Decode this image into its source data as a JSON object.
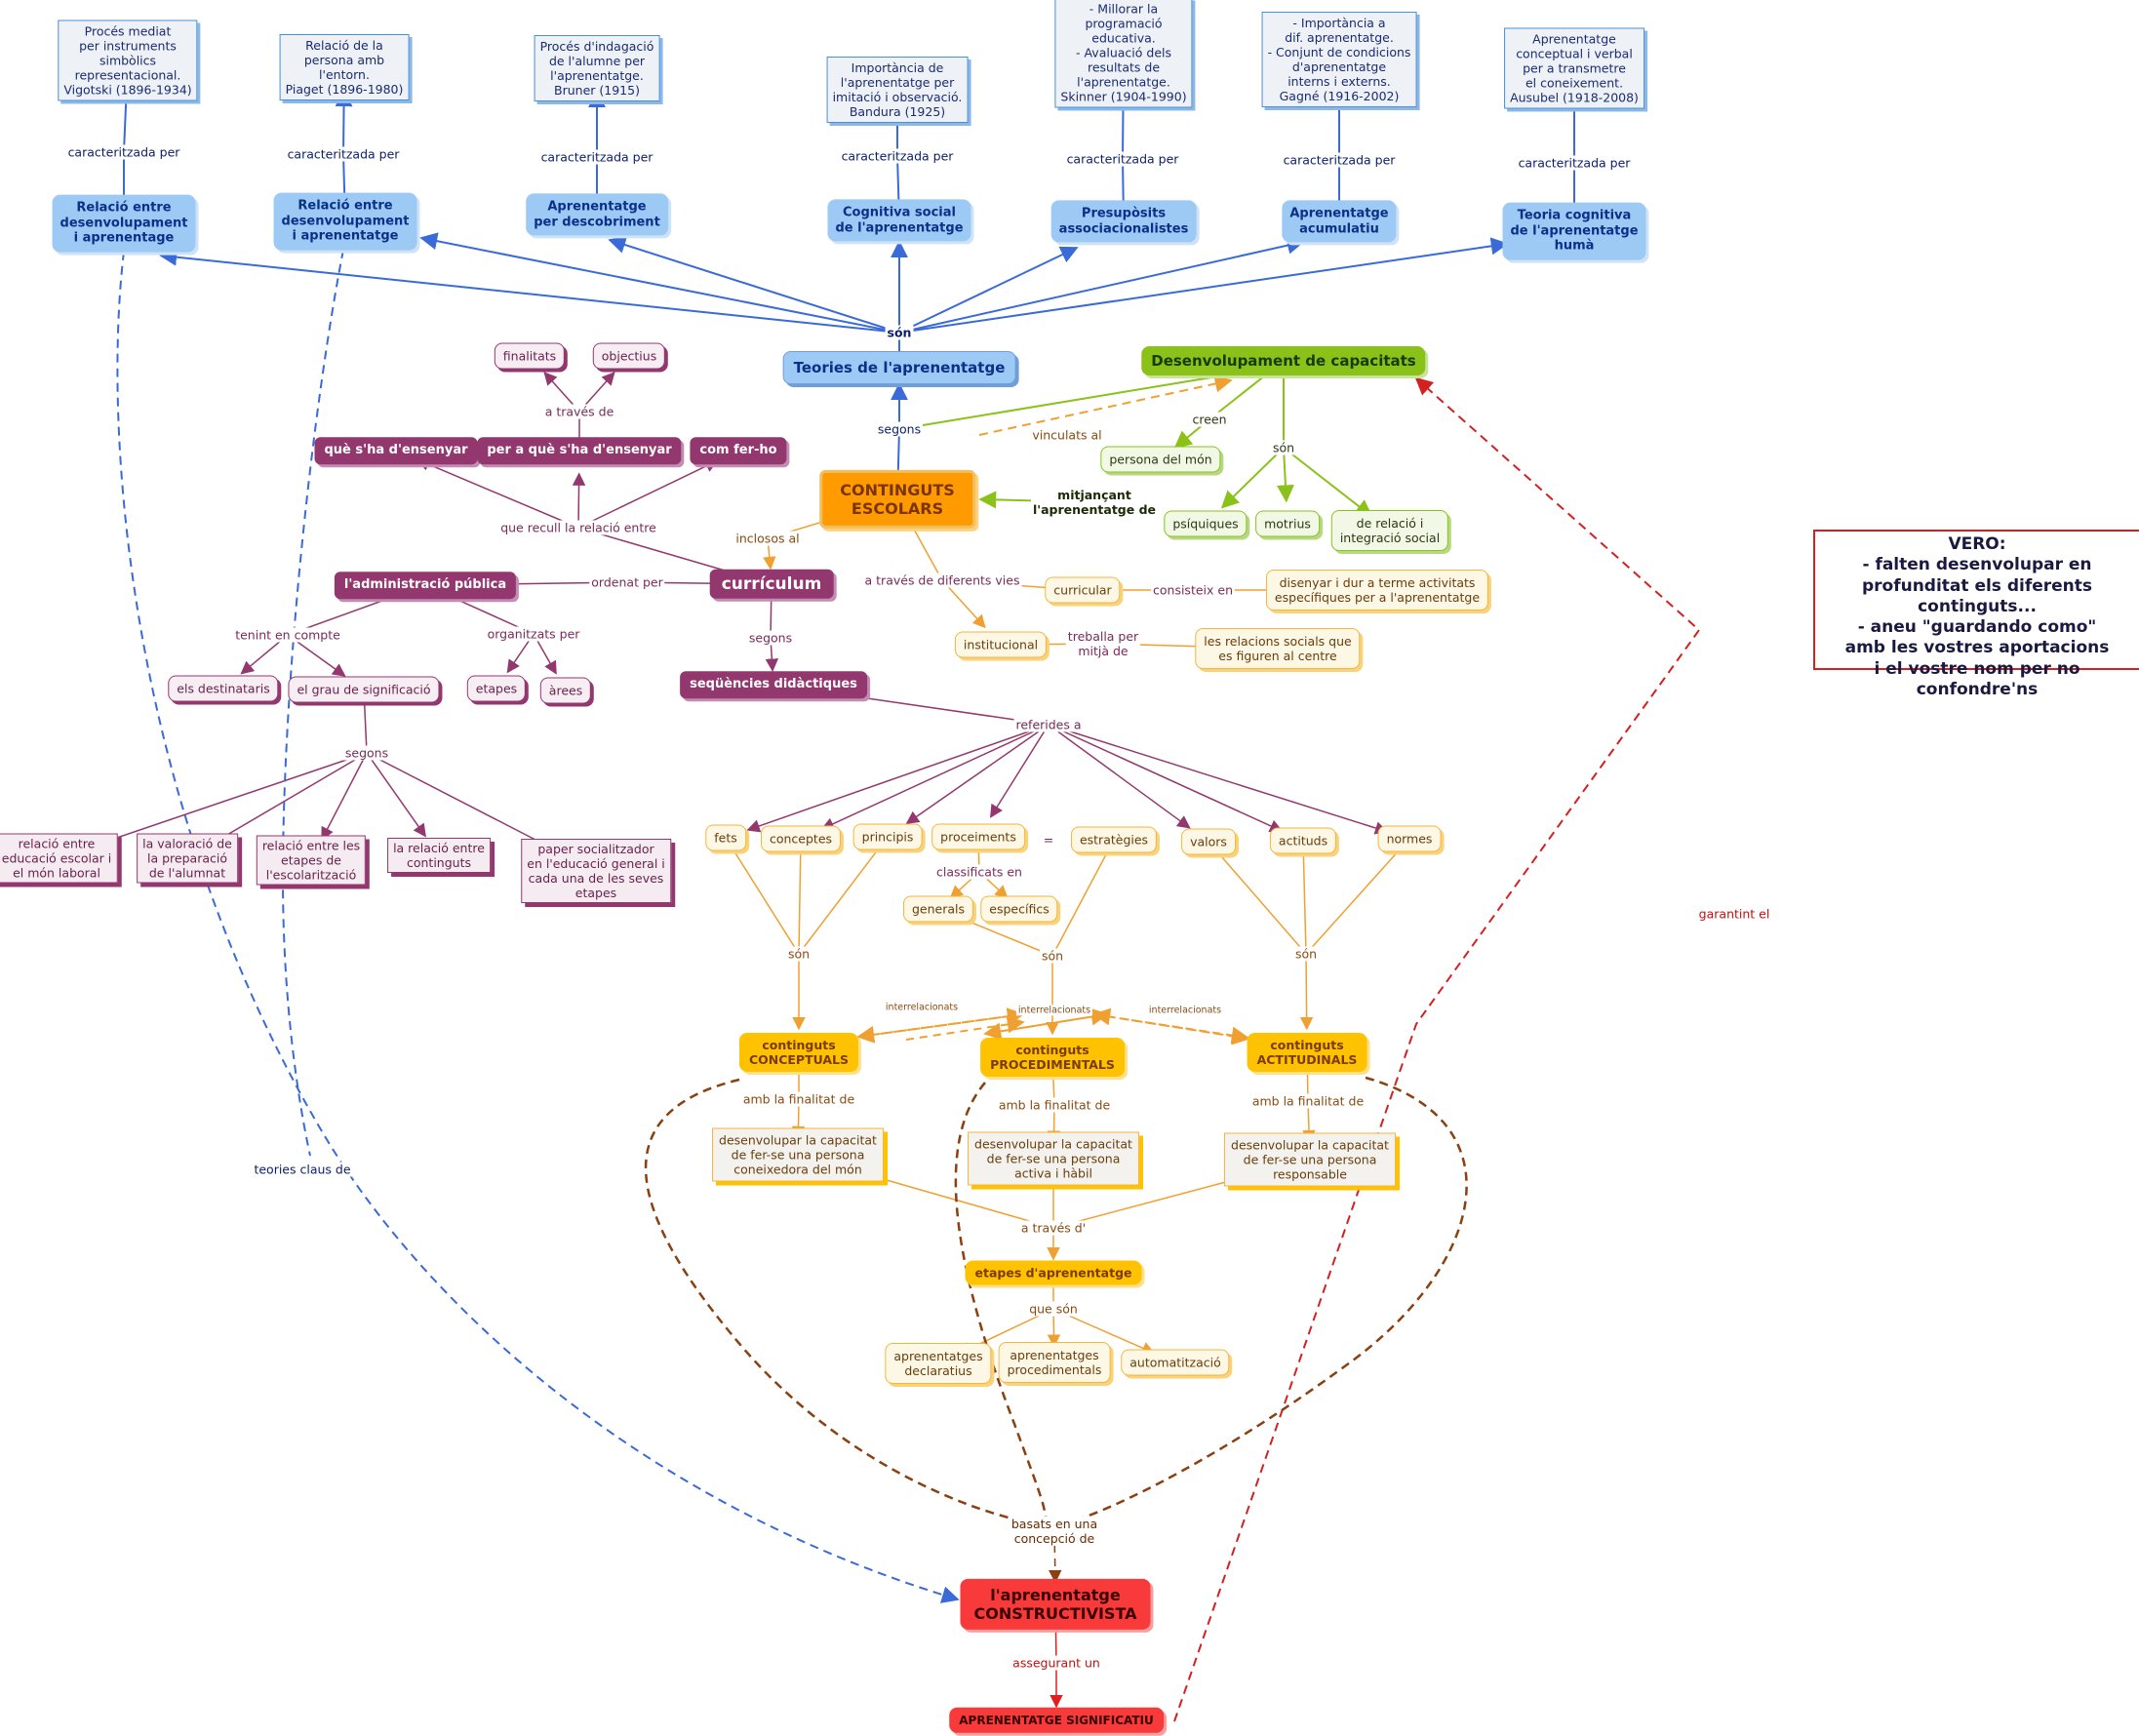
{
  "colors": {
    "blue": "#3a6ad8",
    "blue_dash": "#3a6ad8",
    "green": "#8bc21a",
    "orange": "#f0a030",
    "gold": "#ffc200",
    "purple": "#93386f",
    "brown": "#8a4010",
    "red": "#e02020",
    "red_dash": "#d42020"
  },
  "note": {
    "lines": [
      "VERO:",
      "- falten desenvolupar en",
      "profunditat els diferents",
      "continguts...",
      "- aneu \"guardando como\"",
      "amb les vostres aportacions",
      "i el vostre nom per no confondre'ns"
    ]
  },
  "nodes": [
    {
      "id": "vig",
      "style": "bluebox",
      "text": "Procés mediat\nper instruments\nsimbòlics\nrepresentacional.\nVigotski (1896-1934)"
    },
    {
      "id": "pia",
      "style": "bluebox",
      "text": "Relació de la\npersona amb\nl'entorn.\nPiaget (1896-1980)"
    },
    {
      "id": "bru",
      "style": "bluebox",
      "text": "Procés d'indagació\nde l'alumne per\nl'aprenentatge.\nBruner (1915)"
    },
    {
      "id": "ban",
      "style": "bluebox",
      "text": "Importància de\nl'aprenentatge per\nimitació i observació.\nBandura (1925)"
    },
    {
      "id": "ski",
      "style": "bluebox",
      "text": "- Millorar la\nprogramació\neducativa.\n- Avaluació dels\nresultats de\nl'aprenentatge.\nSkinner (1904-1990)"
    },
    {
      "id": "gag",
      "style": "bluebox",
      "text": "- Importància a\ndif. aprenentatge.\n- Conjunt de condicions\nd'aprenentatge\ninterns i externs.\nGagné (1916-2002)"
    },
    {
      "id": "aus",
      "style": "bluebox",
      "text": "Aprenentatge\nconceptual i verbal\nper a transmetre\nel coneixement.\nAusubel (1918-2008)"
    },
    {
      "id": "t1",
      "style": "bluenode",
      "text": "Relació entre\ndesenvolupament\ni aprenentage"
    },
    {
      "id": "t2",
      "style": "bluenode",
      "text": "Relació entre\ndesenvolupament\ni aprenentatge"
    },
    {
      "id": "t3",
      "style": "bluenode",
      "text": "Aprenentatge\nper descobriment"
    },
    {
      "id": "t4",
      "style": "bluenode",
      "text": "Cognitiva social\nde l'aprenentatge"
    },
    {
      "id": "t5",
      "style": "bluenode",
      "text": "Presupòsits\nassociacionalistes"
    },
    {
      "id": "t6",
      "style": "bluenode",
      "text": "Aprenentatge\nacumulatiu"
    },
    {
      "id": "t7",
      "style": "bluenode",
      "text": "Teoria cognitiva\nde l'aprenentatge\nhumà"
    },
    {
      "id": "teo",
      "style": "bluebig",
      "text": "Teories de l'aprenentatge"
    },
    {
      "id": "dev",
      "style": "green",
      "text": "Desenvolupament de capacitats"
    },
    {
      "id": "pm",
      "style": "greenleaf",
      "text": "persona del món"
    },
    {
      "id": "psi",
      "style": "greenleaf",
      "text": "psíquiques"
    },
    {
      "id": "mot",
      "style": "greenleaf",
      "text": "motrius"
    },
    {
      "id": "rel",
      "style": "greenleaf",
      "text": "de relació i\nintegració social"
    },
    {
      "id": "ce",
      "style": "orange",
      "text": "CONTINGUTS\nESCOLARS"
    },
    {
      "id": "cur2",
      "style": "orangeleaf",
      "text": "curricular"
    },
    {
      "id": "dis",
      "style": "orangeleaf",
      "text": "disenyar i dur a terme activitats\nespecífiques per a l'aprenentatge"
    },
    {
      "id": "ins",
      "style": "orangeleaf",
      "text": "institucional"
    },
    {
      "id": "rs",
      "style": "orangeleaf",
      "text": "les relacions socials que\nes figuren al centre"
    },
    {
      "id": "cur",
      "style": "purplebig",
      "text": "currículum"
    },
    {
      "id": "que",
      "style": "purplenode",
      "text": "què s'ha d'ensenyar"
    },
    {
      "id": "pqe",
      "style": "purplenode",
      "text": "per a què s'ha d'ensenyar"
    },
    {
      "id": "com",
      "style": "purplenode",
      "text": "com fer-ho"
    },
    {
      "id": "fin",
      "style": "purpleleaf",
      "text": "finalitats"
    },
    {
      "id": "obj",
      "style": "purpleleaf",
      "text": "objectius"
    },
    {
      "id": "adm",
      "style": "purplenode",
      "text": "l'administració pública"
    },
    {
      "id": "seq",
      "style": "purplenode",
      "text": "seqüències didàctiques"
    },
    {
      "id": "des",
      "style": "purpleleaf",
      "text": "els destinataris"
    },
    {
      "id": "gra",
      "style": "purpleleaf",
      "text": "el grau de significació"
    },
    {
      "id": "eta",
      "style": "purpleleaf",
      "text": "etapes"
    },
    {
      "id": "are",
      "style": "purpleleaf",
      "text": "àrees"
    },
    {
      "id": "p1",
      "style": "purplebox",
      "text": "relació entre\neducació escolar i\nel món laboral"
    },
    {
      "id": "p2",
      "style": "purplebox",
      "text": "la valoració de\nla preparació\nde l'alumnat"
    },
    {
      "id": "p3",
      "style": "purplebox",
      "text": "relació entre les\netapes de\nl'escolarització"
    },
    {
      "id": "p4",
      "style": "purplebox",
      "text": "la relació entre\ncontinguts"
    },
    {
      "id": "p5",
      "style": "purplebox",
      "text": "paper socialitzador\nen l'educació general i\ncada una de les seves\netapes"
    },
    {
      "id": "fet",
      "style": "orangeleaf",
      "text": "fets"
    },
    {
      "id": "con",
      "style": "orangeleaf",
      "text": "conceptes"
    },
    {
      "id": "pri",
      "style": "orangeleaf",
      "text": "principis"
    },
    {
      "id": "pro",
      "style": "orangeleaf",
      "text": "proceiments"
    },
    {
      "id": "est",
      "style": "orangeleaf",
      "text": "estratègies"
    },
    {
      "id": "val",
      "style": "orangeleaf",
      "text": "valors"
    },
    {
      "id": "act",
      "style": "orangeleaf",
      "text": "actituds"
    },
    {
      "id": "nor",
      "style": "orangeleaf",
      "text": "normes"
    },
    {
      "id": "gen",
      "style": "orangeleaf",
      "text": "generals"
    },
    {
      "id": "esp",
      "style": "orangeleaf",
      "text": "específics"
    },
    {
      "id": "cc",
      "style": "gold",
      "text": "continguts\nCONCEPTUALS"
    },
    {
      "id": "cp",
      "style": "gold",
      "text": "continguts\nPROCEDIMENTALS"
    },
    {
      "id": "ca",
      "style": "gold",
      "text": "continguts\nACTITUDINALS"
    },
    {
      "id": "d1",
      "style": "goldbox",
      "text": "desenvolupar la capacitat\nde fer-se una persona\nconeixedora del món"
    },
    {
      "id": "d2",
      "style": "goldbox",
      "text": "desenvolupar la capacitat\nde fer-se una persona\nactiva i hàbil"
    },
    {
      "id": "d3",
      "style": "goldbox",
      "text": "desenvolupar la capacitat\nde fer-se una persona\nresponsable"
    },
    {
      "id": "ea",
      "style": "gold",
      "text": "etapes d'aprenentatge"
    },
    {
      "id": "ad",
      "style": "orangeleaf",
      "text": "aprenentatges\ndeclaratius"
    },
    {
      "id": "ap",
      "style": "orangeleaf",
      "text": "aprenentatges\nprocedimentals"
    },
    {
      "id": "aut",
      "style": "orangeleaf",
      "text": "automatització"
    },
    {
      "id": "ac",
      "style": "red",
      "text": "l'aprenentatge\nCONSTRUCTIVISTA"
    },
    {
      "id": "as",
      "style": "redsmall",
      "text": "APRENENTATGE SIGNIFICATIU"
    }
  ],
  "labels": [
    {
      "id": "L_car1",
      "style": "blue",
      "text": "caracteritzada per"
    },
    {
      "id": "L_car2",
      "style": "blue",
      "text": "caracteritzada per"
    },
    {
      "id": "L_car3",
      "style": "blue",
      "text": "caracteritzada per"
    },
    {
      "id": "L_car4",
      "style": "blue",
      "text": "caracteritzada per"
    },
    {
      "id": "L_car5",
      "style": "blue",
      "text": "caracteritzada per"
    },
    {
      "id": "L_car6",
      "style": "blue",
      "text": "caracteritzada per"
    },
    {
      "id": "L_car7",
      "style": "blue",
      "text": "caracteritzada per"
    },
    {
      "id": "L_son",
      "style": "blueb",
      "text": "són"
    },
    {
      "id": "L_segons",
      "style": "blue",
      "text": "segons"
    },
    {
      "id": "L_teories",
      "style": "blue",
      "text": "teories claus de"
    },
    {
      "id": "L_vinc",
      "style": "orange",
      "text": "vinculats al"
    },
    {
      "id": "L_creen",
      "style": "green",
      "text": "creen"
    },
    {
      "id": "L_sonG",
      "style": "green",
      "text": "són"
    },
    {
      "id": "L_mitj",
      "style": "greenb",
      "text": "mitjançant\nl'aprenentatge de"
    },
    {
      "id": "L_incl",
      "style": "orange",
      "text": "inclosos al"
    },
    {
      "id": "L_atdv",
      "style": "purple",
      "text": "a través de diferents vies"
    },
    {
      "id": "L_cons",
      "style": "purple",
      "text": "consisteix en"
    },
    {
      "id": "L_treb",
      "style": "purple",
      "text": "treballa per\nmitjà de"
    },
    {
      "id": "L_atd",
      "style": "purple",
      "text": "a través de"
    },
    {
      "id": "L_rec",
      "style": "purple",
      "text": "que recull la relació entre"
    },
    {
      "id": "L_ord",
      "style": "purple",
      "text": "ordenat per"
    },
    {
      "id": "L_ten",
      "style": "purple",
      "text": "tenint en compte"
    },
    {
      "id": "L_org",
      "style": "purple",
      "text": "organitzats per"
    },
    {
      "id": "L_segP",
      "style": "purple",
      "text": "segons"
    },
    {
      "id": "L_segC",
      "style": "purple",
      "text": "segons"
    },
    {
      "id": "L_ref",
      "style": "purple",
      "text": "referides a"
    },
    {
      "id": "L_cla",
      "style": "purple",
      "text": "classificats en"
    },
    {
      "id": "L_eq",
      "style": "purple",
      "text": "="
    },
    {
      "id": "L_son1",
      "style": "orange",
      "text": "són"
    },
    {
      "id": "L_son2",
      "style": "orange",
      "text": "són"
    },
    {
      "id": "L_son3",
      "style": "orange",
      "text": "són"
    },
    {
      "id": "L_int1",
      "style": "orangesm",
      "text": "interrelacionats"
    },
    {
      "id": "L_int2",
      "style": "orangesm",
      "text": "interrelacionats"
    },
    {
      "id": "L_int3",
      "style": "orangesm",
      "text": "interrelacionats"
    },
    {
      "id": "L_fin1",
      "style": "orange",
      "text": "amb la finalitat de"
    },
    {
      "id": "L_fin2",
      "style": "orange",
      "text": "amb la finalitat de"
    },
    {
      "id": "L_fin3",
      "style": "orange",
      "text": "amb la finalitat de"
    },
    {
      "id": "L_atr",
      "style": "orange",
      "text": "a través d'"
    },
    {
      "id": "L_qs",
      "style": "orange",
      "text": "que són"
    },
    {
      "id": "L_bas",
      "style": "brown",
      "text": "basats en una\nconcepció de"
    },
    {
      "id": "L_ase",
      "style": "red",
      "text": "assegurant un"
    },
    {
      "id": "L_gar",
      "style": "red",
      "text": "garantint el"
    }
  ]
}
